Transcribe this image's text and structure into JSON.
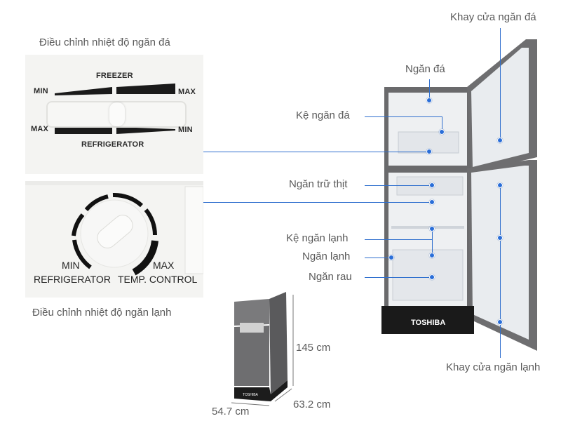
{
  "labels": {
    "freezer_control_title": "Điều chỉnh nhiệt độ ngăn đá",
    "fridge_control_title": "Điều chỉnh nhiệt độ ngăn lạnh",
    "freezer_door_tray": "Khay cửa ngăn đá",
    "freezer_compartment": "Ngăn đá",
    "freezer_shelf": "Kệ ngăn đá",
    "meat_compartment": "Ngăn trữ thịt",
    "fridge_shelf": "Kệ ngăn lạnh",
    "fridge_compartment": "Ngăn lạnh",
    "vegetable_drawer": "Ngăn rau",
    "fridge_door_tray": "Khay cửa ngăn lạnh"
  },
  "freezer_panel": {
    "title": "FREEZER",
    "min_left": "MIN",
    "max_right": "MAX",
    "max_left": "MAX",
    "min_right": "MIN",
    "bottom": "REFRIGERATOR"
  },
  "fridge_panel": {
    "min": "MIN",
    "max": "MAX",
    "left_text": "REFRIGERATOR",
    "right_text": "TEMP. CONTROL"
  },
  "brand": "TOSHIBA",
  "dimensions": {
    "height": "145 cm",
    "width": "54.7 cm",
    "depth": "63.2 cm"
  },
  "colors": {
    "callout_blue": "#2f6fce",
    "fridge_body": "#6a6a6c",
    "fridge_interior": "#eef0f2"
  }
}
